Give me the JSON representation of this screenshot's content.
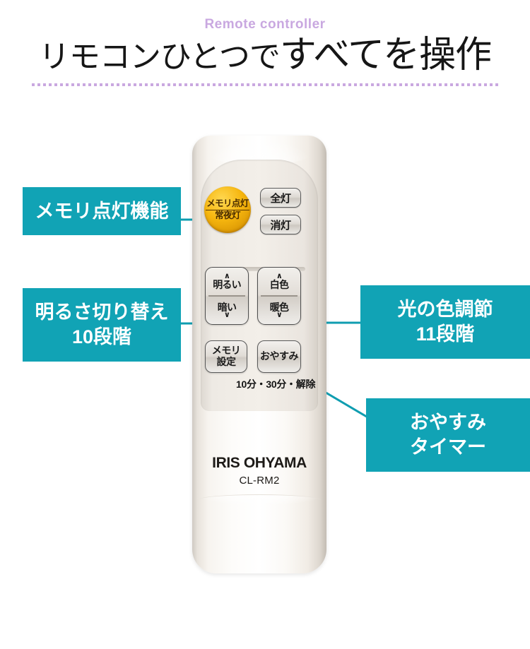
{
  "header": {
    "eyebrow": "Remote controller",
    "title_light": "リモコンひとつで",
    "title_bold": "すべてを操作",
    "accent_color": "#c9a8e0"
  },
  "theme": {
    "teal": "#11a3b5",
    "amber": "#f6b60f",
    "body_white": "#ffffff"
  },
  "callouts": [
    {
      "id": "memory",
      "line1": "メモリ点灯機能",
      "line2": ""
    },
    {
      "id": "brightness",
      "line1": "明るさ切り替え",
      "line2": "10段階"
    },
    {
      "id": "color",
      "line1": "光の色調節",
      "line2": "11段階"
    },
    {
      "id": "sleep",
      "line1": "おやすみ",
      "line2": "タイマー"
    }
  ],
  "remote": {
    "brand": "IRIS OHYAMA",
    "model": "CL-RM2",
    "timer_note": "10分・30分・解除",
    "buttons": {
      "memory_top": "メモリ点灯",
      "memory_bottom": "常夜灯",
      "all_light": "全灯",
      "off_light": "消灯",
      "bright_up": "明るい",
      "bright_down": "暗い",
      "color_up": "白色",
      "color_down": "暖色",
      "memory_set_line1": "メモリ",
      "memory_set_line2": "設定",
      "sleep": "おやすみ",
      "chevron_up": "∧",
      "chevron_down": "∨"
    }
  }
}
